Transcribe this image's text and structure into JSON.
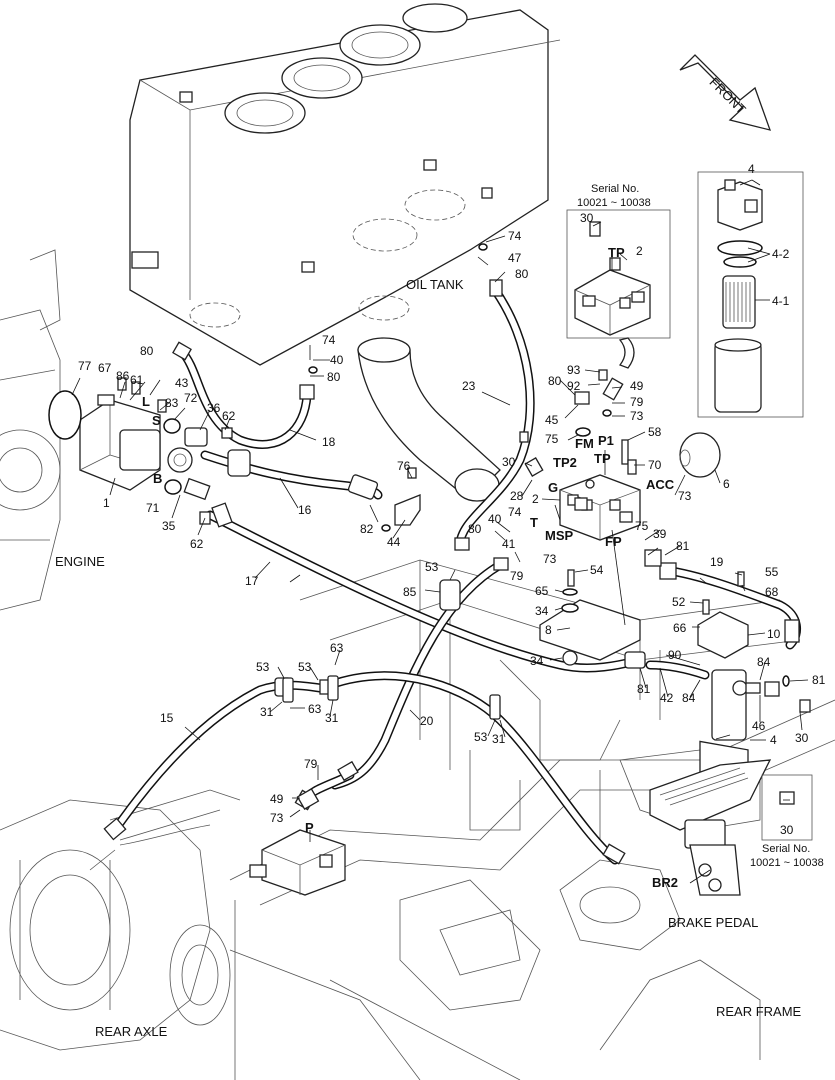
{
  "callouts": [
    "1",
    "2",
    "4",
    "4-1",
    "4-2",
    "6",
    "8",
    "10",
    "15",
    "16",
    "17",
    "18",
    "19",
    "20",
    "23",
    "28",
    "30",
    "31",
    "34",
    "35",
    "36",
    "39",
    "40",
    "41",
    "42",
    "43",
    "44",
    "45",
    "46",
    "47",
    "49",
    "52",
    "53",
    "54",
    "55",
    "58",
    "61",
    "62",
    "63",
    "65",
    "66",
    "67",
    "68",
    "70",
    "71",
    "72",
    "73",
    "74",
    "75",
    "76",
    "77",
    "79",
    "80",
    "81",
    "82",
    "83",
    "84",
    "85",
    "86",
    "90",
    "92",
    "93"
  ],
  "ports": [
    "S",
    "L",
    "B",
    "TP",
    "FM",
    "TP2",
    "G",
    "P1",
    "ACC",
    "T",
    "MSP",
    "FP",
    "P",
    "BR2"
  ],
  "areas": {
    "oil_tank": "OIL TANK",
    "engine": "ENGINE",
    "rear_axle": "REAR AXLE",
    "rear_frame": "REAR FRAME",
    "brake_pedal": "BRAKE PEDAL",
    "front": "FRONT"
  },
  "serial": {
    "label": "Serial No.",
    "range": "10021 ~ 10038"
  }
}
